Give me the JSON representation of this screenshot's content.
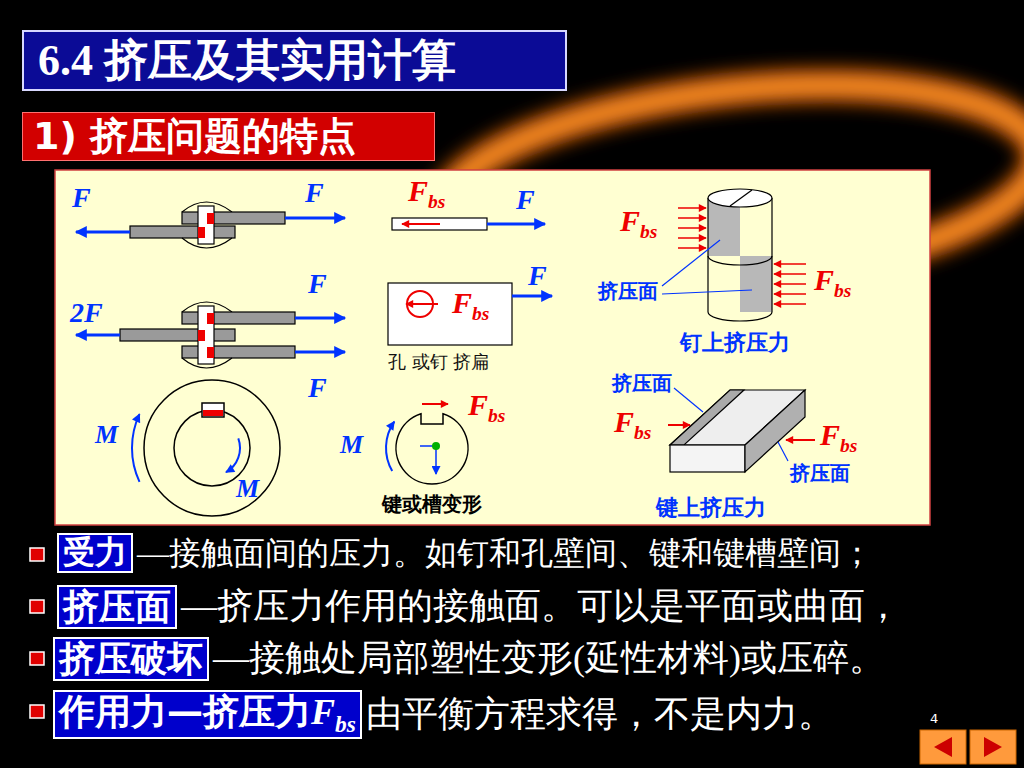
{
  "diagram": {
    "title": "6.4 挤压及其实用计算",
    "nodes": [
      {
        "text": [
          "6.4 挤压及其实用计算"
        ]
      },
      {
        "text": [
          "1) 挤压问题的特点"
        ]
      },
      {
        "text": [
          "受力"
        ]
      },
      {
        "text": [
          "挤压面"
        ]
      },
      {
        "text": [
          "挤压破坏"
        ]
      },
      {
        "text": [
          "作用力—挤压力Fbs"
        ]
      }
    ],
    "labels": [
      "F",
      "F",
      "2F",
      "F",
      "F",
      "M",
      "M",
      "Fbs",
      "F",
      "F",
      "Fbs",
      "孔 或钉 挤扁",
      "Fbs",
      "M",
      "键或槽变形",
      "Fbs",
      "挤压面",
      "Fbs",
      "钉上挤压力",
      "挤压面",
      "Fbs",
      "Fbs",
      "挤压面",
      "键上挤压力",
      "—接触面间的压力。如钉和孔壁间、键和键槽壁间；",
      "—挤压力作用的接触面。可以是平面或曲面，",
      "—接触处局部塑性变形(延性材料)或压碎。",
      "由平衡方程求得，不是内力。",
      "4"
    ]
  }
}
